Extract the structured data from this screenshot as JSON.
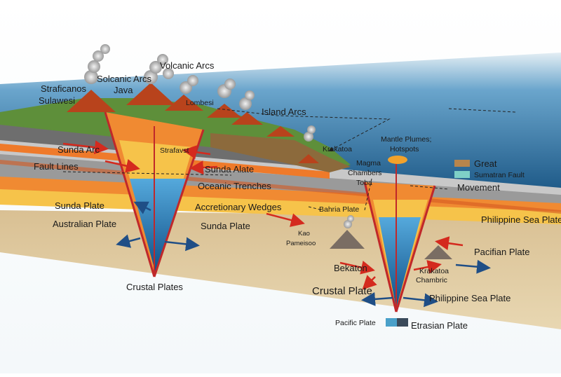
{
  "labels": {
    "volcanic_arcs": "Volcanic Arcs",
    "solcanic_arcs": "Solcanic Arcs",
    "straficanos": "Straficanos",
    "java": "Java",
    "sulawesi": "Sulawesi",
    "lombesi": "Lombesi",
    "island_arcs": "Island Arcs",
    "mantle_plumes": "Mantle Plumes;",
    "hotspots": "Hotspots",
    "krakatoa_top": "Krakatoa",
    "magma": "Magma",
    "chambers": "Chambers",
    "toba": "Toba",
    "great": "Great",
    "sumatran_fault": "Sumatran Fault",
    "movement": "Movement",
    "sunda_arc": "Sunda Arc",
    "strafavst": "Strafavst",
    "fault_lines": "Fault Lines",
    "sunda_alate": "Sunda Alate",
    "oceanic_trenches": "Oceanic Trenches",
    "accretionary_wedges": "Accretionary Wedges",
    "sunda_plate_left": "Sunda Plate",
    "australian_plate": "Australian Plate",
    "sunda_plate_mid": "Sunda Plate",
    "banda_plate": "Bahria Plate",
    "philippine_sea_plate_top": "Philippine Sea Plate",
    "kao": "Kao",
    "pameisoo": "Pameisoo",
    "pacifian_plate": "Pacifian Plate",
    "bekaton": "Bekaton",
    "krakatoa_bottom": "Krakatoa",
    "chambric": "Chambric",
    "crustal_plates": "Crustal Plates",
    "crustal_plate": "Crustal Plate",
    "philippine_sea_plate_bottom": "Philippine Sea Plate",
    "pacific_plate": "Pacific Plate",
    "etrasian_plate": "Etrasian Plate"
  },
  "colors": {
    "ocean_top": "#cfe3ee",
    "ocean_deep": "#1d5f92",
    "crust_dark": "#6e6e6e",
    "crust_light": "#bdbdbd",
    "orange_layer": "#f08a32",
    "yellow_layer": "#f6c34a",
    "mantle_tan": "#dcc59a",
    "trench_blue": "#3b8fcf",
    "land_green": "#5e8f3a",
    "magma_red": "#d23a1d",
    "arrow_red": "#d42a1e",
    "arrow_blue": "#1f4e86"
  },
  "icons": [
    "volcano-icon",
    "smoke-plume-icon",
    "subduction-arrow-icon",
    "legend-swatch-icon"
  ]
}
